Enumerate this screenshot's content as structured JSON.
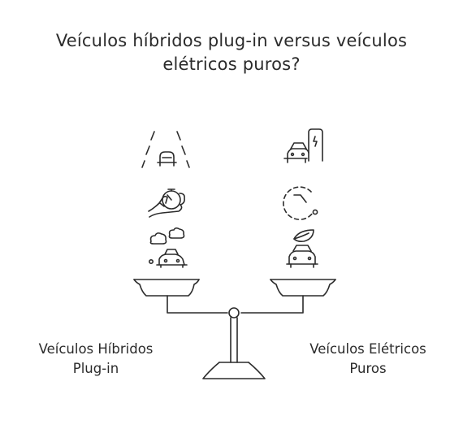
{
  "title": {
    "line1": "Veículos híbridos plug-in versus veículos",
    "line2": "elétricos puros?"
  },
  "left": {
    "label_line1": "Veículos Híbridos",
    "label_line2": "Plug-in",
    "icons": [
      "road-car-icon",
      "hand-stopwatch-icon",
      "car-clouds-icon"
    ]
  },
  "right": {
    "label_line1": "Veículos Elétricos",
    "label_line2": "Puros",
    "icons": [
      "car-charger-icon",
      "clock-icon",
      "car-leaf-icon"
    ]
  }
}
